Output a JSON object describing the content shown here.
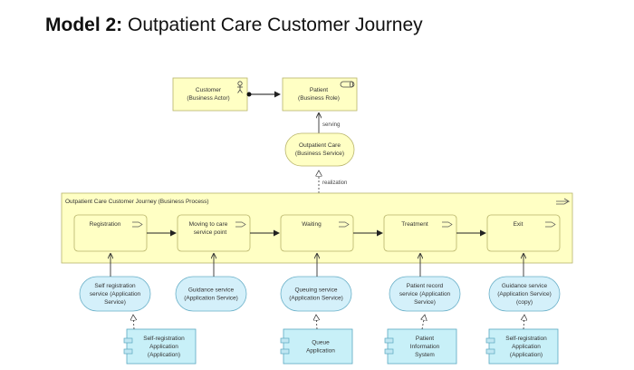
{
  "title": {
    "bold": "Model 2:",
    "rest": "Outpatient Care Customer Journey"
  },
  "actor": {
    "line1": "Customer",
    "line2": "(Business Actor)"
  },
  "role": {
    "line1": "Patient",
    "line2": "(Business Role)"
  },
  "serving_label": "serving",
  "business_service": {
    "line1": "Outpatient Care",
    "line2": "(Business Service)"
  },
  "realization_label": "realization",
  "process": {
    "label": "Outpatient Care Customer Journey (Business Process)",
    "steps": [
      {
        "line1": "Registration",
        "line2": ""
      },
      {
        "line1": "Moving to care",
        "line2": "service point"
      },
      {
        "line1": "Waiting",
        "line2": ""
      },
      {
        "line1": "Treatment",
        "line2": ""
      },
      {
        "line1": "Exit",
        "line2": ""
      }
    ]
  },
  "app_services": [
    {
      "lines": [
        "Self registration",
        "service (Application",
        "Service)"
      ]
    },
    {
      "lines": [
        "Guidance service",
        "(Application Service)"
      ]
    },
    {
      "lines": [
        "Queuing service",
        "(Application Service)"
      ]
    },
    {
      "lines": [
        "Patient record",
        "service (Application",
        "Service)"
      ]
    },
    {
      "lines": [
        "Guidance service",
        "(Application Service)",
        "(copy)"
      ]
    }
  ],
  "app_components": [
    {
      "lines": [
        "Self-registration",
        "Application",
        "(Application)"
      ]
    },
    {
      "lines": [
        "Queue",
        "Application"
      ]
    },
    {
      "lines": [
        "Patient",
        "Information",
        "System"
      ]
    },
    {
      "lines": [
        "Self-registration",
        "Application",
        "(Application)"
      ]
    }
  ],
  "colors": {
    "business": "#ffffc4",
    "business_border": "#b8b46a",
    "app_service": "#d4f0fa",
    "app_service_border": "#6ab0c8",
    "app_component": "#c8f0f8",
    "app_component_border": "#5aa8c0"
  }
}
